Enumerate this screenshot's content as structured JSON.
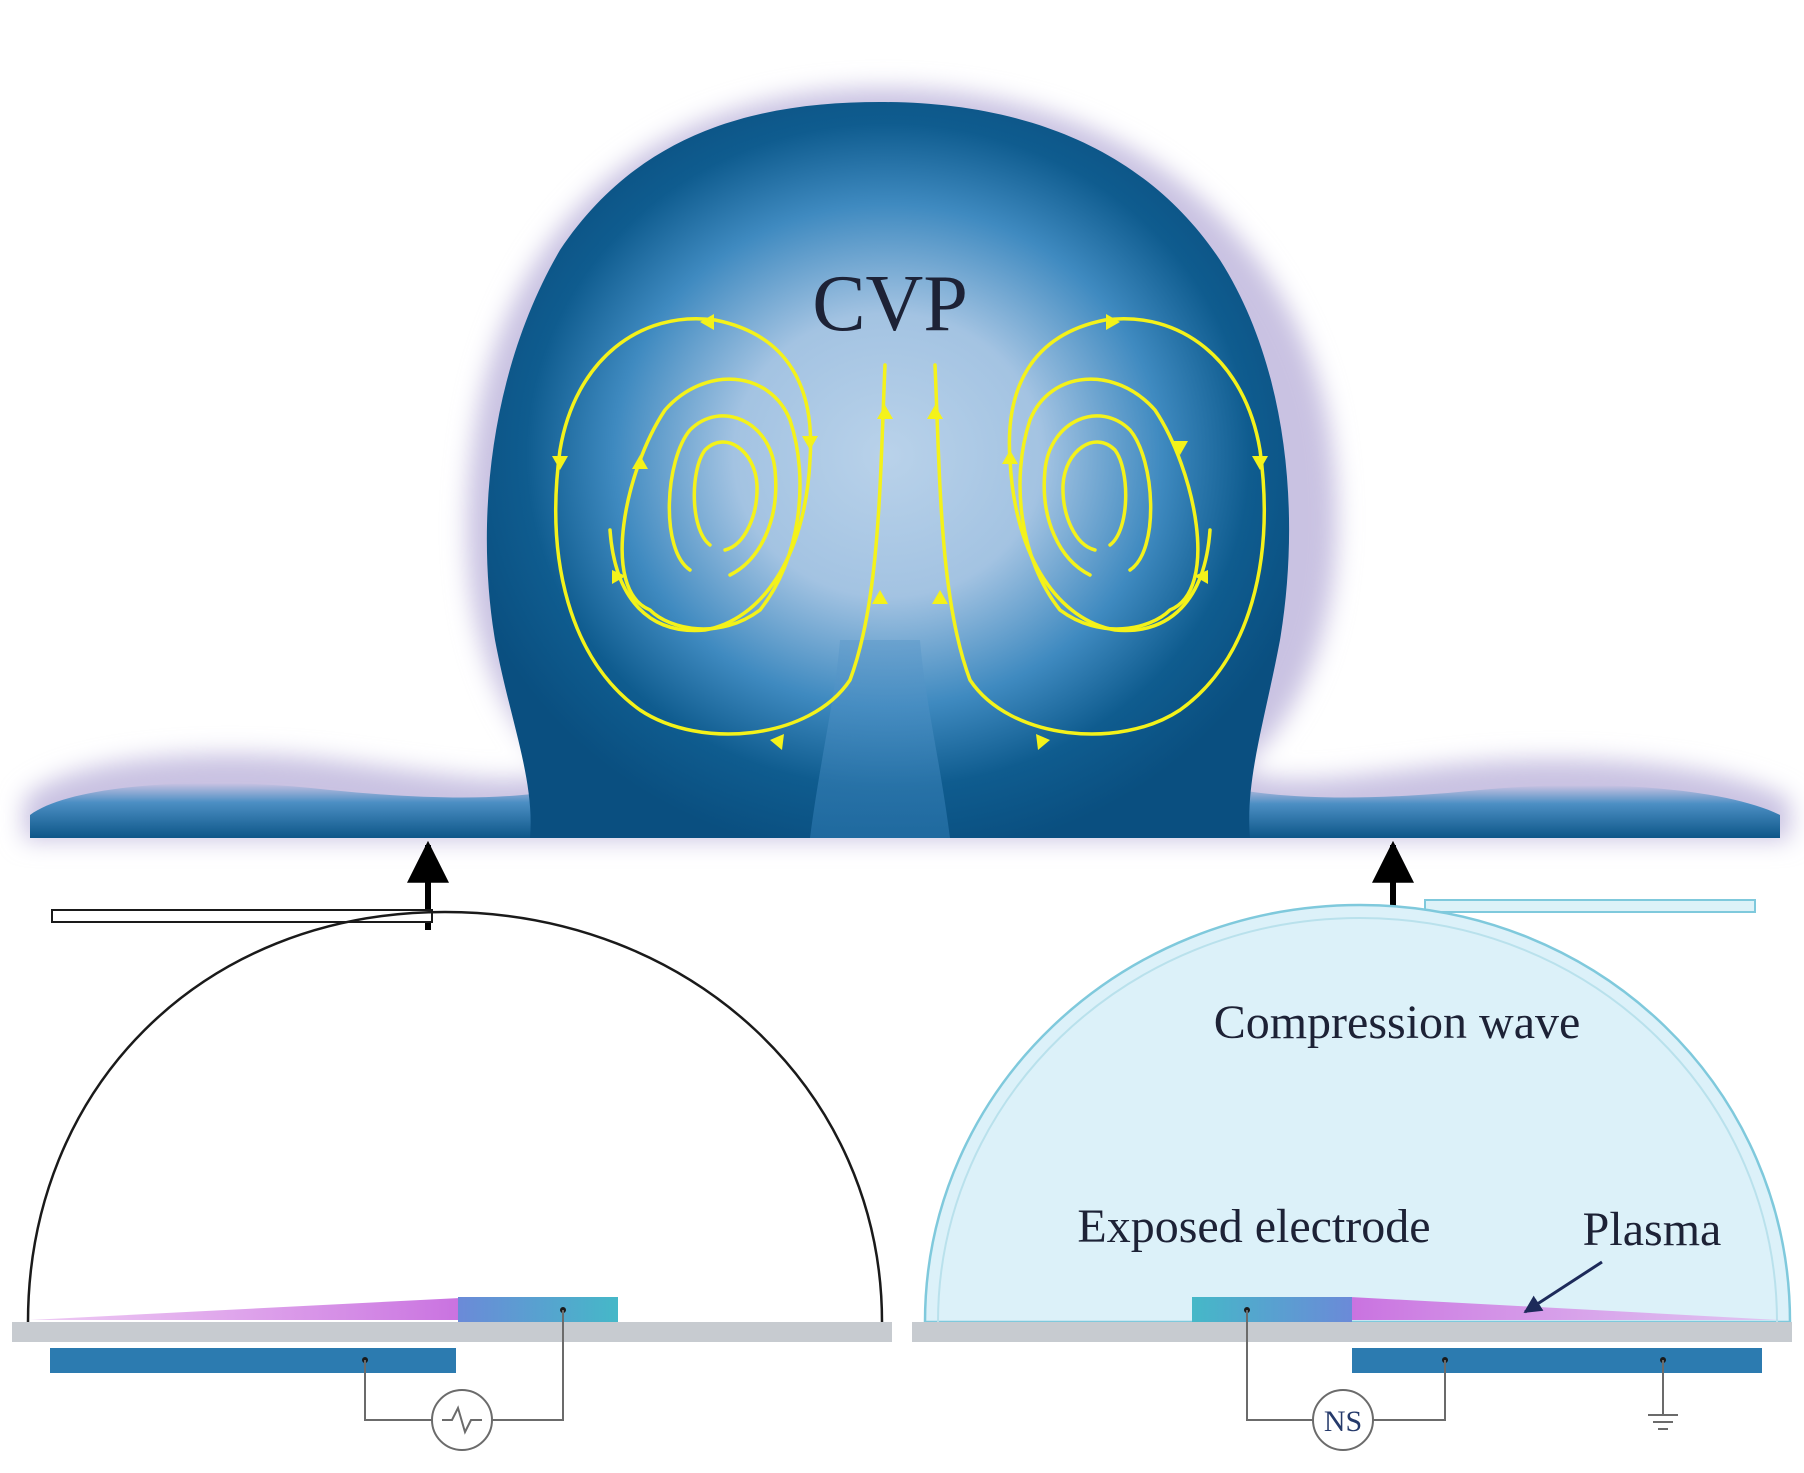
{
  "top_panel": {
    "label": "CVP"
  },
  "right_panel": {
    "wave_label": "Compression wave",
    "electrode_label": "Exposed electrode",
    "plasma_label": "Plasma",
    "source_label": "NS"
  },
  "colors": {
    "field_dark": "#0a4f80",
    "field_mid": "#2f82bb",
    "field_light": "#a9c8e6",
    "halo": "#c9c2e2",
    "streamline": "#f4f21a",
    "dielectric": "#c7cbd0",
    "covered_electrode": "#2c7bb0",
    "exposed_electrode": "#45b8c8",
    "plasma": "#d88be6",
    "wave_fill": "#dcf1f9",
    "wave_stroke": "#7fc9dc"
  }
}
